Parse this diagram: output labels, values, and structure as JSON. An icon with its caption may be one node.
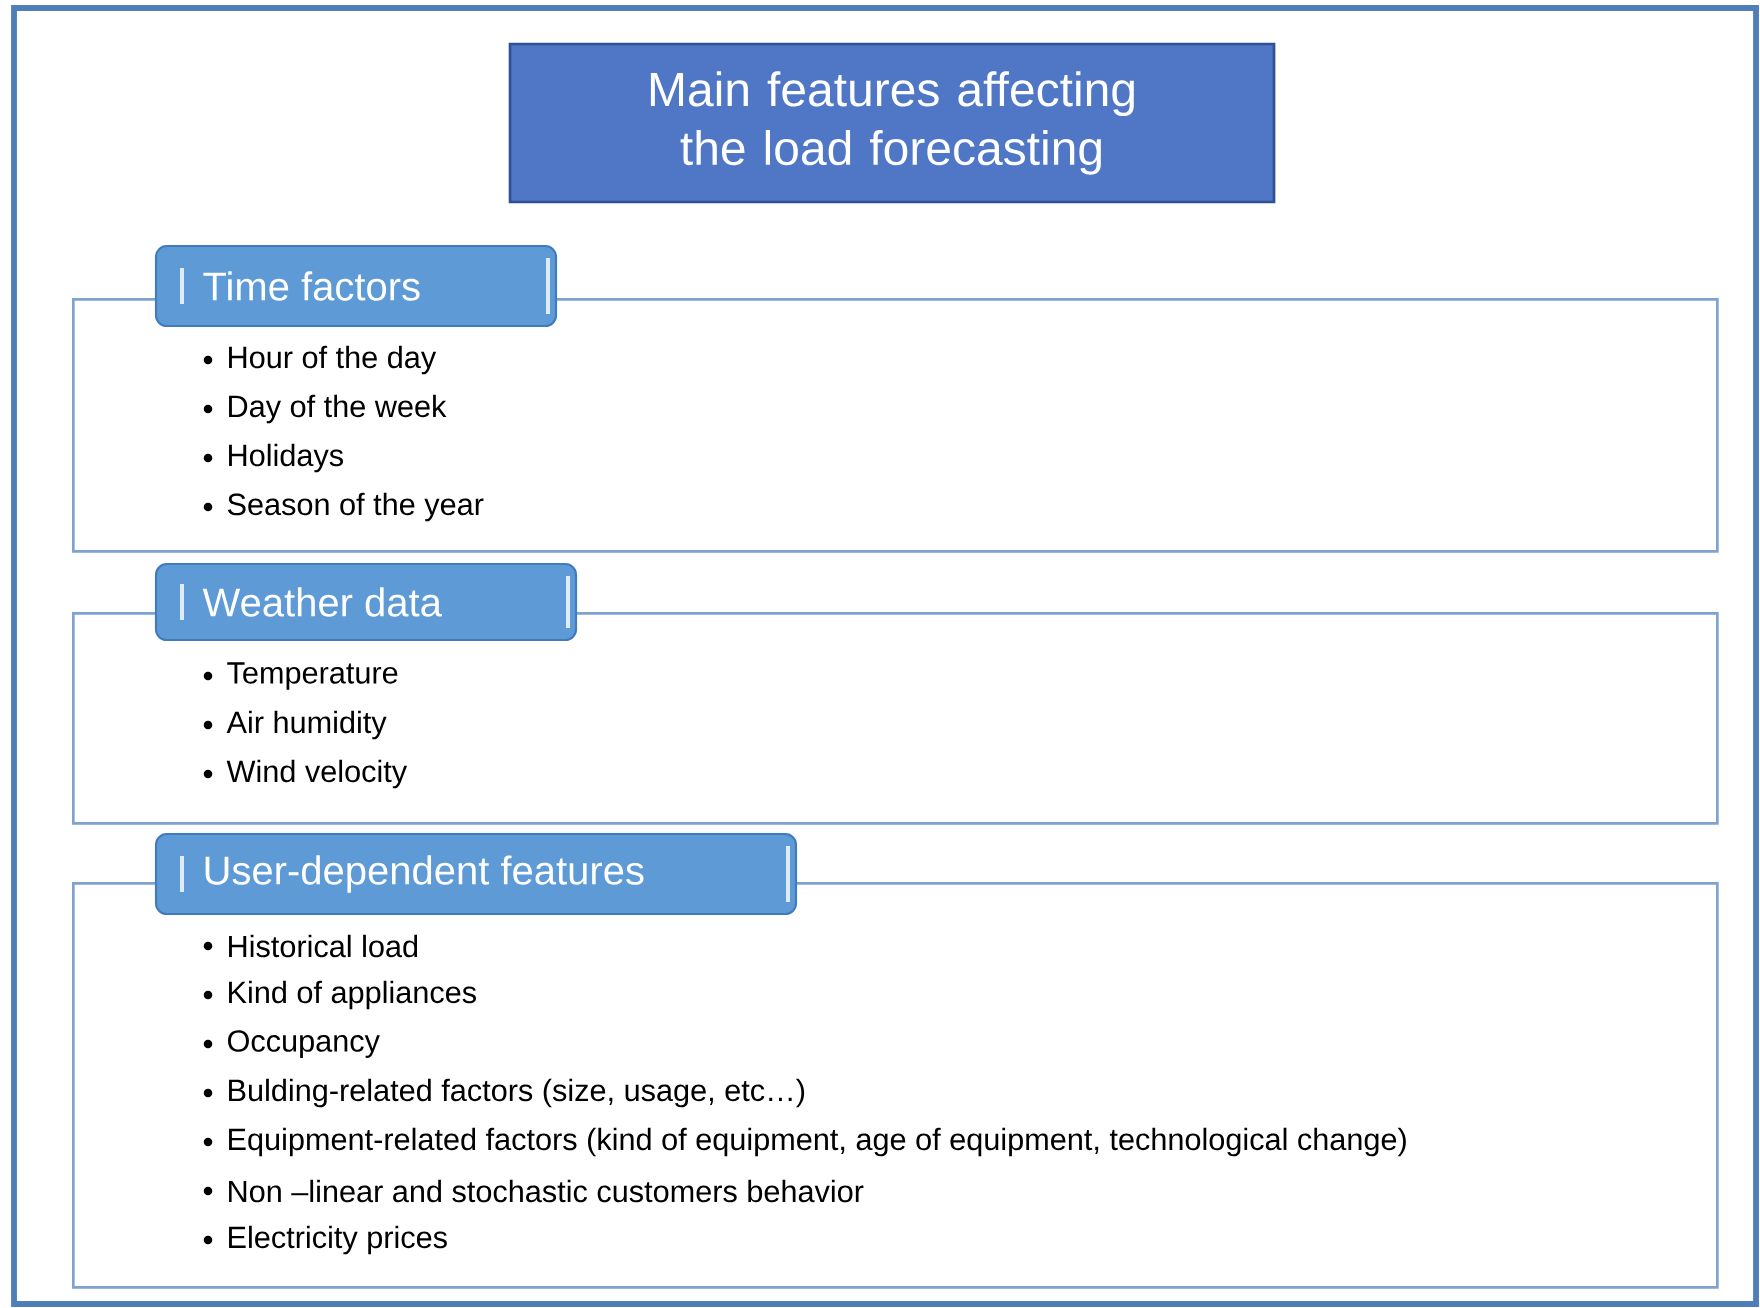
{
  "diagram": {
    "nodes": [
      {
        "text": [
          "Main features affecting the load forecasting"
        ]
      },
      {
        "text": [
          "Time factors",
          "Hour of the day",
          "Day of the week",
          "Holidays",
          "Season of the year"
        ]
      },
      {
        "text": [
          "Weather data",
          "Temperature",
          "Air humidity",
          "Wind velocity"
        ]
      },
      {
        "text": [
          "User-dependent features",
          "Historical load",
          "Kind of appliances",
          "Occupancy",
          "Bulding-related factors (size, usage, etc…)",
          "Equipment-related factors (kind of equipment, age of equipment, technological change)",
          "Non –linear and stochastic customers behavior",
          "Electricity prices"
        ]
      }
    ]
  }
}
